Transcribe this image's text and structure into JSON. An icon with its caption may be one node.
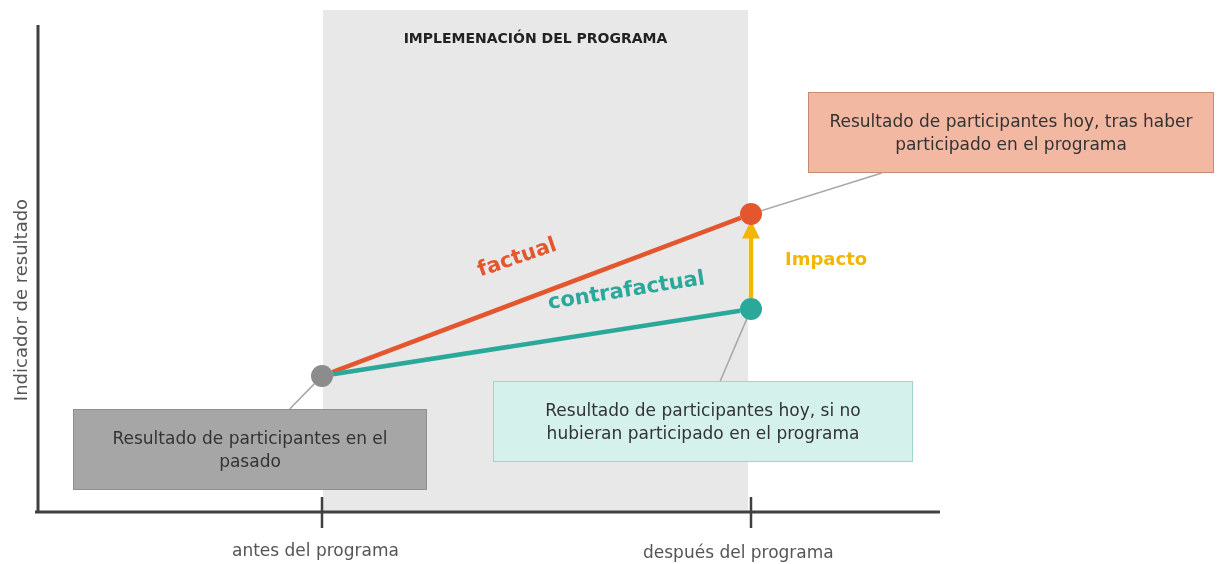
{
  "diagram": {
    "nodes": [
      {
        "text": [],
        "shape": "circle"
      },
      {
        "text": [],
        "shape": "circle"
      },
      {
        "text": [],
        "shape": "circle"
      },
      {
        "text": [
          "Resultado de participantes en el pasado"
        ]
      },
      {
        "text": [
          "Resultado de participantes hoy, tras haber participado en el programa"
        ]
      },
      {
        "text": [
          "Resultado de participantes hoy, si no hubieran participado en el programa"
        ]
      }
    ],
    "edges": [
      {
        "from": 0,
        "to": 1,
        "arrow": "none",
        "label": "factual",
        "style": "thick",
        "color": "#e4572e"
      },
      {
        "from": 0,
        "to": 2,
        "arrow": "none",
        "label": "contrafactual",
        "style": "thick",
        "color": "#2aa89a"
      },
      {
        "from": 2,
        "to": 1,
        "arrow": "to",
        "label": "Impacto",
        "style": "thick",
        "color": "#f2b705"
      },
      {
        "from": 3,
        "to": 0,
        "arrow": "none"
      },
      {
        "from": 4,
        "to": 1,
        "arrow": "none"
      },
      {
        "from": 5,
        "to": 2,
        "arrow": "none"
      }
    ],
    "labels": [
      "IMPLEMENACIÓN DEL PROGRAMA",
      "Indicador de resultado",
      "antes del programa",
      "después del programa"
    ]
  }
}
